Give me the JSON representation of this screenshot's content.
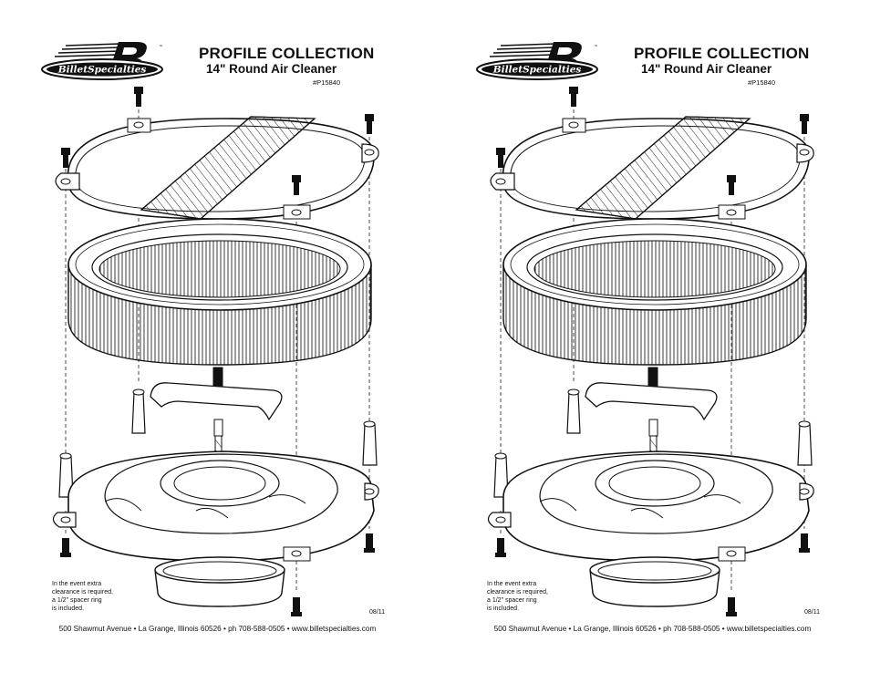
{
  "pages": [
    {
      "logo_text": "BilletSpecialties",
      "title": "PROFILE COLLECTION",
      "subtitle": "14\" Round Air Cleaner",
      "part_number": "#P15840",
      "note_lines": [
        "In the event extra",
        "clearance is required,",
        "a 1/2\" spacer ring",
        "is included."
      ],
      "date": "08/11",
      "footer": "500 Shawmut Avenue • La Grange, Illinois 60526 • ph 708-588-0505 • www.billetspecialties.com"
    },
    {
      "logo_text": "BilletSpecialties",
      "title": "PROFILE COLLECTION",
      "subtitle": "14\" Round Air Cleaner",
      "part_number": "#P15840",
      "note_lines": [
        "In the event extra",
        "clearance is required,",
        "a 1/2\" spacer ring",
        "is included."
      ],
      "date": "08/11",
      "footer": "500 Shawmut Avenue • La Grange, Illinois 60526 • ph 708-588-0505 • www.billetspecialties.com"
    }
  ]
}
